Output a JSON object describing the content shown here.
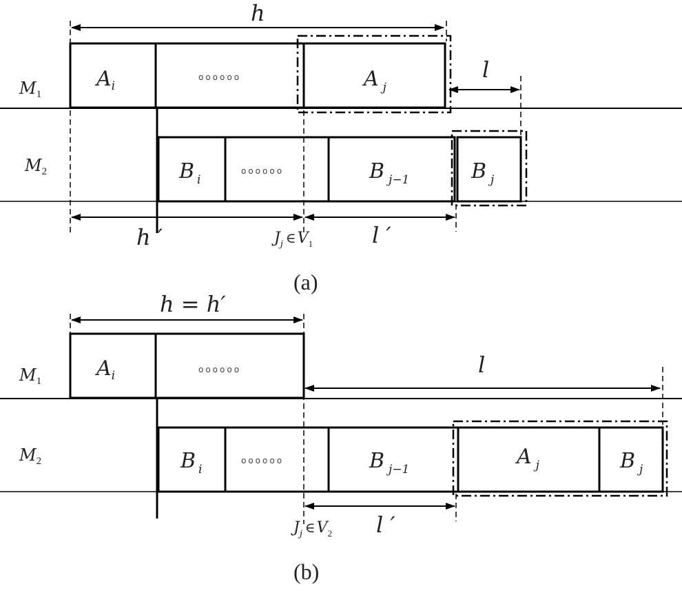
{
  "panels": [
    {
      "caption": "(a)",
      "machines": [
        {
          "sym": "M",
          "sub": "1"
        },
        {
          "sym": "M",
          "sub": "2"
        }
      ],
      "m1_boxes": [
        {
          "sym": "A",
          "sub": "i"
        },
        {
          "dots": "oooooo"
        },
        {
          "sym": "A",
          "sub": "j"
        }
      ],
      "m2_boxes": [
        {
          "sym": "B",
          "sub": "i"
        },
        {
          "dots": "oooooo"
        },
        {
          "sym": "B",
          "sub": "j−1"
        },
        {
          "sym": "B",
          "sub": "j"
        }
      ],
      "dims": {
        "h": "h",
        "hp": "h ′",
        "l": "l",
        "lp": "l ′"
      },
      "condition": {
        "J": "J",
        "j": "j",
        "in": "∈",
        "V": "V",
        "vsub": "1"
      }
    },
    {
      "caption": "(b)",
      "machines": [
        {
          "sym": "M",
          "sub": "1"
        },
        {
          "sym": "M",
          "sub": "2"
        }
      ],
      "m1_boxes": [
        {
          "sym": "A",
          "sub": "i"
        },
        {
          "dots": "oooooo"
        }
      ],
      "m2_boxes": [
        {
          "sym": "B",
          "sub": "i"
        },
        {
          "dots": "oooooo"
        },
        {
          "sym": "B",
          "sub": "j−1"
        },
        {
          "sym": "A",
          "sub": "j"
        },
        {
          "sym": "B",
          "sub": "j"
        }
      ],
      "dims": {
        "h_eq": "h = h′",
        "l": "l",
        "lp": "l ′"
      },
      "condition": {
        "J": "J",
        "j": "j",
        "in": "∈",
        "V": "V",
        "vsub": "2"
      }
    }
  ]
}
